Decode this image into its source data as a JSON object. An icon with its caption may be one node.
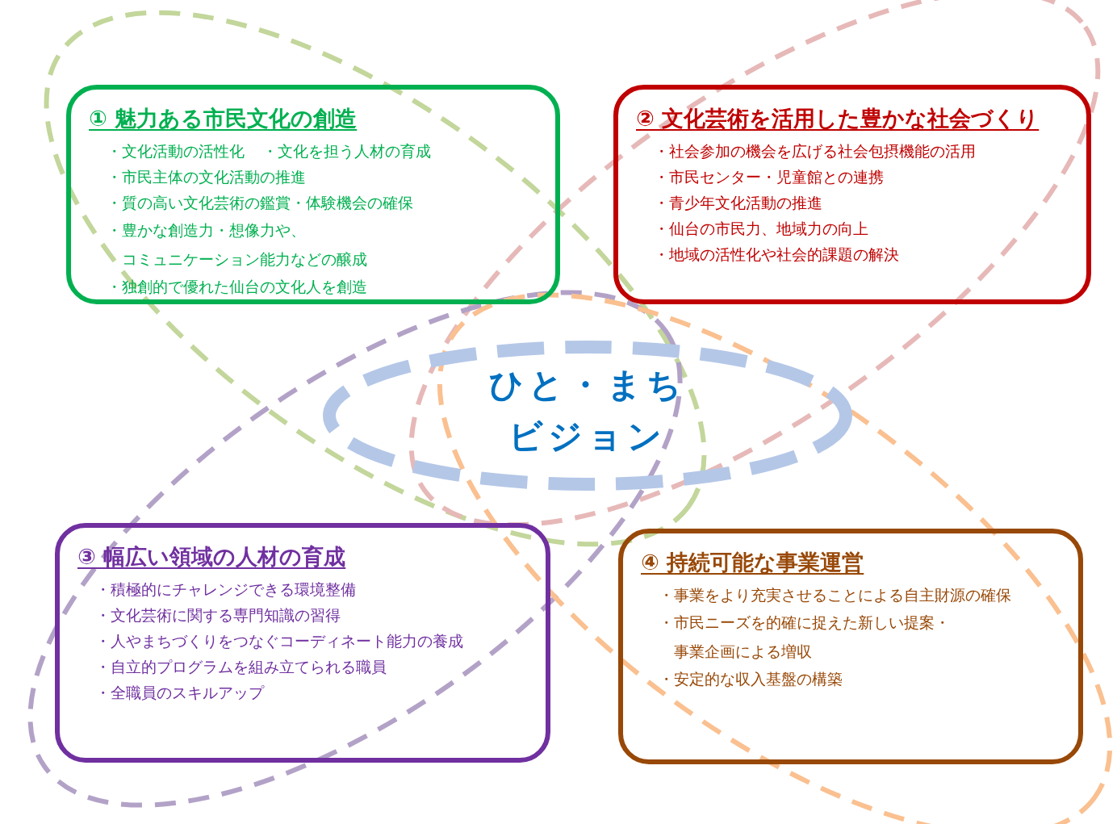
{
  "diagram": {
    "nodes": [
      {
        "text": [
          "① 魅力ある市民文化の創造",
          "・文化活動の活性化",
          "・文化を担う人材の育成",
          "・市民主体の文化活動の推進",
          "・質の高い文化芸術の鑑賞・体験機会の確保",
          "・豊かな創造力・想像力や、コミュニケーション能力などの醸成",
          "・独創的で優れた仙台の文化人を創造"
        ]
      },
      {
        "text": [
          "② 文化芸術を活用した豊かな社会づくり",
          "・社会参加の機会を広げる社会包摂機能の活用",
          "・市民センター・児童館との連携",
          "・青少年文化活動の推進",
          "・仙台の市民力、地域力の向上",
          "・地域の活性化や社会的課題の解決"
        ]
      },
      {
        "text": [
          "ひと・まち",
          "ビジョン"
        ]
      },
      {
        "text": [
          "③ 幅広い領域の人材の育成",
          "・積極的にチャレンジできる環境整備",
          "・文化芸術に関する専門知識の習得",
          "・人やまちづくりをつなぐコーディネート能力の養成",
          "・自立的プログラムを組み立てられる職員",
          "・全職員のスキルアップ"
        ]
      },
      {
        "text": [
          "④ 持続可能な事業運営",
          "・事業をより充実させることによる自主財源の確保",
          "・市民ニーズを的確に捉えた新しい提案・事業企画による増収",
          "・安定的な収入基盤の構築"
        ]
      }
    ]
  }
}
